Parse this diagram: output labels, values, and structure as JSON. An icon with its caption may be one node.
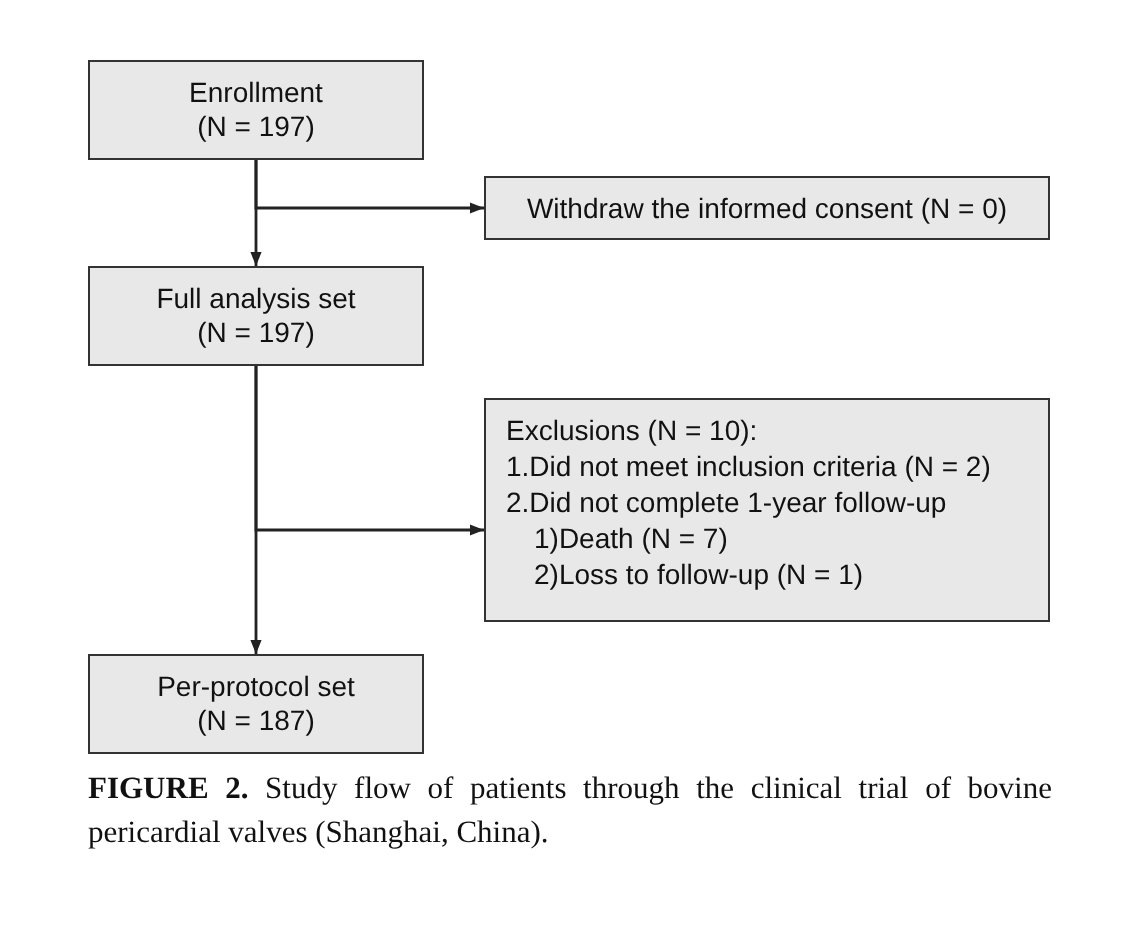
{
  "diagram": {
    "caption": "**FIGURE 2.** Study flow of patients through the clinical trial of bovine pericardial valves (Shanghai, China).",
    "nodes": [
      {
        "text": [
          "Enrollment",
          "(N = 197)"
        ]
      },
      {
        "text": [
          "Withdraw the informed consent (N = 0)"
        ]
      },
      {
        "text": [
          "Full analysis set",
          "(N = 197)"
        ]
      },
      {
        "text": [
          "Exclusions (N = 10):",
          "1.Did not meet inclusion criteria (N = 2)",
          "2.Did not complete 1-year follow-up",
          "1)Death (N = 7)",
          "2)Loss to follow-up (N = 1)"
        ]
      },
      {
        "text": [
          "Per-protocol set",
          "(N = 187)"
        ]
      }
    ],
    "edges": [
      {
        "from": 0,
        "to": 2,
        "arrow": "to"
      },
      {
        "from": 0,
        "to": 1,
        "arrow": "to"
      },
      {
        "from": 2,
        "to": 4,
        "arrow": "to"
      },
      {
        "from": 2,
        "to": 3,
        "arrow": "to"
      }
    ]
  }
}
